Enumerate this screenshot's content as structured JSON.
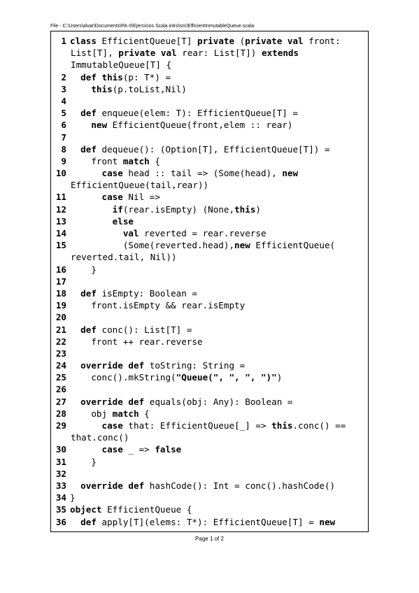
{
  "header": {
    "file_path": "File - C:\\Users\\alvar\\Documents\\PA-II\\Ejercicios Scala intro\\src\\EfficientInmutableQueue.scala"
  },
  "code_lines": [
    {
      "n": "1",
      "segments": [
        [
          "class",
          true
        ],
        [
          " EfficientQueue[T] ",
          false
        ],
        [
          "private",
          true
        ],
        [
          " (",
          false
        ],
        [
          "private val",
          true
        ],
        [
          " front:",
          false
        ]
      ]
    },
    {
      "n": "",
      "segments": [
        [
          "List[T], ",
          false
        ],
        [
          "private val",
          true
        ],
        [
          " rear: List[T]) ",
          false
        ],
        [
          "extends",
          true
        ]
      ]
    },
    {
      "n": "",
      "segments": [
        [
          "ImmutableQueue[T] {",
          false
        ]
      ]
    },
    {
      "n": "2",
      "segments": [
        [
          "  ",
          false
        ],
        [
          "def this",
          true
        ],
        [
          "(p: T*) =",
          false
        ]
      ]
    },
    {
      "n": "3",
      "segments": [
        [
          "    ",
          false
        ],
        [
          "this",
          true
        ],
        [
          "(p.toList,Nil)",
          false
        ]
      ]
    },
    {
      "n": "4",
      "segments": []
    },
    {
      "n": "5",
      "segments": [
        [
          "  ",
          false
        ],
        [
          "def",
          true
        ],
        [
          " enqueue(elem: T): EfficientQueue[T] =",
          false
        ]
      ]
    },
    {
      "n": "6",
      "segments": [
        [
          "    ",
          false
        ],
        [
          "new",
          true
        ],
        [
          " EfficientQueue(front,elem :: rear)",
          false
        ]
      ]
    },
    {
      "n": "7",
      "segments": []
    },
    {
      "n": "8",
      "segments": [
        [
          "  ",
          false
        ],
        [
          "def",
          true
        ],
        [
          " dequeue(): (Option[T], EfficientQueue[T]) =",
          false
        ]
      ]
    },
    {
      "n": "9",
      "segments": [
        [
          "    front ",
          false
        ],
        [
          "match",
          true
        ],
        [
          " {",
          false
        ]
      ]
    },
    {
      "n": "10",
      "segments": [
        [
          "      ",
          false
        ],
        [
          "case",
          true
        ],
        [
          " head :: tail => (Some(head), ",
          false
        ],
        [
          "new",
          true
        ]
      ]
    },
    {
      "n": "",
      "segments": [
        [
          "EfficientQueue(tail,rear))",
          false
        ]
      ]
    },
    {
      "n": "11",
      "segments": [
        [
          "      ",
          false
        ],
        [
          "case",
          true
        ],
        [
          " Nil =>",
          false
        ]
      ]
    },
    {
      "n": "12",
      "segments": [
        [
          "        ",
          false
        ],
        [
          "if",
          true
        ],
        [
          "(rear.isEmpty) (None,",
          false
        ],
        [
          "this",
          true
        ],
        [
          ")",
          false
        ]
      ]
    },
    {
      "n": "13",
      "segments": [
        [
          "        ",
          false
        ],
        [
          "else",
          true
        ]
      ]
    },
    {
      "n": "14",
      "segments": [
        [
          "          ",
          false
        ],
        [
          "val",
          true
        ],
        [
          " reverted = rear.reverse",
          false
        ]
      ]
    },
    {
      "n": "15",
      "segments": [
        [
          "          (Some(reverted.head),",
          false
        ],
        [
          "new",
          true
        ],
        [
          " EfficientQueue(",
          false
        ]
      ]
    },
    {
      "n": "",
      "segments": [
        [
          "reverted.tail, Nil))",
          false
        ]
      ]
    },
    {
      "n": "16",
      "segments": [
        [
          "    }",
          false
        ]
      ]
    },
    {
      "n": "17",
      "segments": []
    },
    {
      "n": "18",
      "segments": [
        [
          "  ",
          false
        ],
        [
          "def",
          true
        ],
        [
          " isEmpty: Boolean =",
          false
        ]
      ]
    },
    {
      "n": "19",
      "segments": [
        [
          "    front.isEmpty && rear.isEmpty",
          false
        ]
      ]
    },
    {
      "n": "20",
      "segments": []
    },
    {
      "n": "21",
      "segments": [
        [
          "  ",
          false
        ],
        [
          "def",
          true
        ],
        [
          " conc(): List[T] =",
          false
        ]
      ]
    },
    {
      "n": "22",
      "segments": [
        [
          "    front ++ rear.reverse",
          false
        ]
      ]
    },
    {
      "n": "23",
      "segments": []
    },
    {
      "n": "24",
      "segments": [
        [
          "  ",
          false
        ],
        [
          "override def",
          true
        ],
        [
          " toString: String =",
          false
        ]
      ]
    },
    {
      "n": "25",
      "segments": [
        [
          "    conc().mkString(",
          false
        ],
        [
          "\"Queue(\", \", \", \")\"",
          true
        ],
        [
          ")",
          false
        ]
      ]
    },
    {
      "n": "26",
      "segments": []
    },
    {
      "n": "27",
      "segments": [
        [
          "  ",
          false
        ],
        [
          "override def",
          true
        ],
        [
          " equals(obj: Any): Boolean =",
          false
        ]
      ]
    },
    {
      "n": "28",
      "segments": [
        [
          "    obj ",
          false
        ],
        [
          "match",
          true
        ],
        [
          " {",
          false
        ]
      ]
    },
    {
      "n": "29",
      "segments": [
        [
          "      ",
          false
        ],
        [
          "case",
          true
        ],
        [
          " that: EfficientQueue[_] => ",
          false
        ],
        [
          "this",
          true
        ],
        [
          ".conc() ==",
          false
        ]
      ]
    },
    {
      "n": "",
      "segments": [
        [
          "that.conc()",
          false
        ]
      ]
    },
    {
      "n": "30",
      "segments": [
        [
          "      ",
          false
        ],
        [
          "case",
          true
        ],
        [
          " _ => ",
          false
        ],
        [
          "false",
          true
        ]
      ]
    },
    {
      "n": "31",
      "segments": [
        [
          "    }",
          false
        ]
      ]
    },
    {
      "n": "32",
      "segments": []
    },
    {
      "n": "33",
      "segments": [
        [
          "  ",
          false
        ],
        [
          "override def",
          true
        ],
        [
          " hashCode(): Int = conc().hashCode()",
          false
        ]
      ]
    },
    {
      "n": "34",
      "segments": [
        [
          "}",
          false
        ]
      ]
    },
    {
      "n": "35",
      "segments": [
        [
          "object",
          true
        ],
        [
          " EfficientQueue {",
          false
        ]
      ]
    },
    {
      "n": "36",
      "segments": [
        [
          "  ",
          false
        ],
        [
          "def",
          true
        ],
        [
          " apply[T](elems: T*): EfficientQueue[T] = ",
          false
        ],
        [
          "new",
          true
        ]
      ]
    }
  ],
  "footer": {
    "page_label": "Page 1 of 2"
  }
}
